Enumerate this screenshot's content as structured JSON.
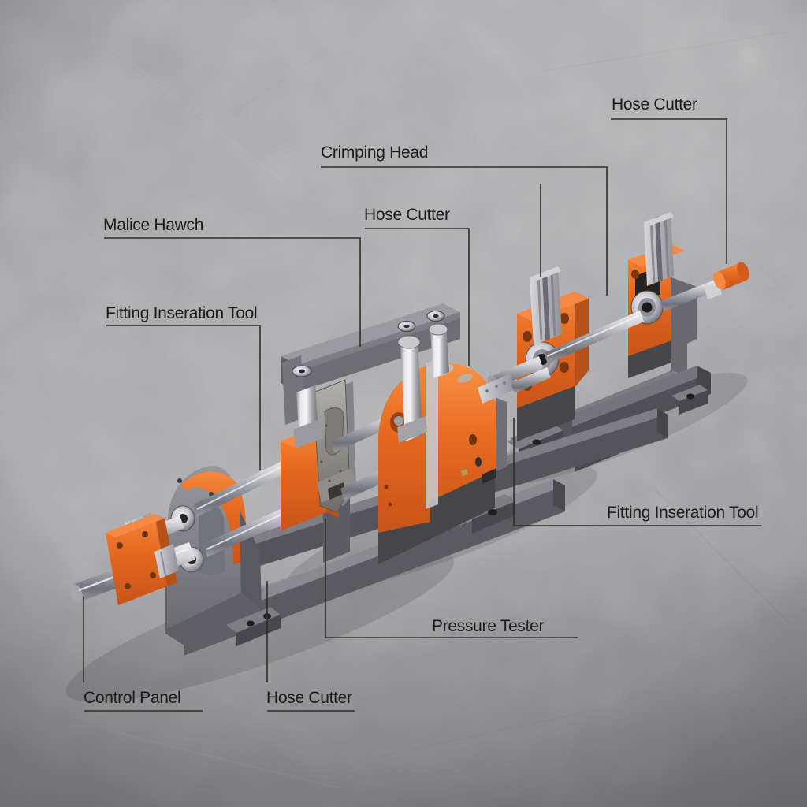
{
  "colors": {
    "accent_orange": "#E2661E",
    "accent_orange_light": "#F68A44",
    "accent_orange_dark": "#B5521A",
    "machine_gray": "#6D6D73",
    "machine_gray_dark": "#46464B",
    "steel": "#C9C9CE",
    "background_concrete": "#A9A9AC",
    "label_text": "#1C1C1C",
    "leader_line": "#2E2E2E"
  },
  "labels": {
    "hose_cutter_top": "Hose Cutter",
    "crimping_head": "Crimping Head",
    "hose_cutter_mid": "Hose Cutter",
    "malice_hawch": "Malice Hawch",
    "fitting_insertion_left": "Fitting Inseration Tool",
    "fitting_insertion_right": "Fitting Inseration Tool",
    "pressure_tester": "Pressure Tester",
    "control_panel": "Control Panel",
    "hose_cutter_bottom": "Hose Cutter"
  },
  "machine": {
    "parts": [
      "end-plate",
      "shaft-flange",
      "guide-shafts",
      "press-frame",
      "cutter-mechanism",
      "crimping-housing",
      "base-rails",
      "support-stand",
      "pillow-block-left",
      "pillow-block-right",
      "aluminum-posts",
      "drive-shaft",
      "shaft-end-cap"
    ]
  }
}
